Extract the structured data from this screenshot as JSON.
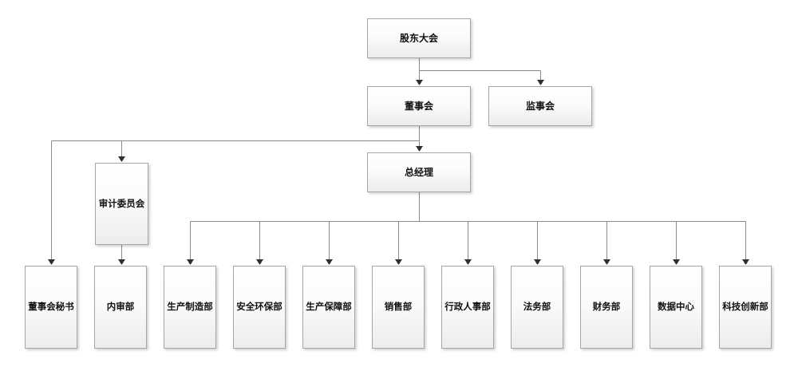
{
  "diagram": {
    "type": "org-chart",
    "background_color": "#ffffff",
    "node_border_color": "#a6a6a6",
    "node_fill_top": "#ffffff",
    "node_fill_bottom": "#ececec",
    "connector_color": "#8a8a8a",
    "arrowhead_color": "#303030",
    "text_color": "#111111",
    "nodes": [
      {
        "id": "shareholders-meeting",
        "label": "股东大会"
      },
      {
        "id": "board-of-directors",
        "label": "董事会"
      },
      {
        "id": "supervisory-board",
        "label": "监事会"
      },
      {
        "id": "general-manager",
        "label": "总经理"
      },
      {
        "id": "audit-committee",
        "label": "审计委员会"
      },
      {
        "id": "board-secretary",
        "label": "董事会秘书"
      },
      {
        "id": "internal-audit-dept",
        "label": "内审部"
      },
      {
        "id": "production-manufacturing-dept",
        "label": "生产制造部"
      },
      {
        "id": "safety-environment-dept",
        "label": "安全环保部"
      },
      {
        "id": "production-support-dept",
        "label": "生产保障部"
      },
      {
        "id": "sales-dept",
        "label": "销售部"
      },
      {
        "id": "admin-hr-dept",
        "label": "行政人事部"
      },
      {
        "id": "legal-dept",
        "label": "法务部"
      },
      {
        "id": "finance-dept",
        "label": "财务部"
      },
      {
        "id": "data-center",
        "label": "数据中心"
      },
      {
        "id": "tech-innovation-dept",
        "label": "科技创新部"
      }
    ],
    "edges": [
      {
        "from": "shareholders-meeting",
        "to": "board-of-directors"
      },
      {
        "from": "shareholders-meeting",
        "to": "supervisory-board"
      },
      {
        "from": "board-of-directors",
        "to": "general-manager"
      },
      {
        "from": "board-of-directors",
        "to": "audit-committee"
      },
      {
        "from": "board-of-directors",
        "to": "board-secretary"
      },
      {
        "from": "audit-committee",
        "to": "internal-audit-dept"
      },
      {
        "from": "general-manager",
        "to": "production-manufacturing-dept"
      },
      {
        "from": "general-manager",
        "to": "safety-environment-dept"
      },
      {
        "from": "general-manager",
        "to": "production-support-dept"
      },
      {
        "from": "general-manager",
        "to": "sales-dept"
      },
      {
        "from": "general-manager",
        "to": "admin-hr-dept"
      },
      {
        "from": "general-manager",
        "to": "legal-dept"
      },
      {
        "from": "general-manager",
        "to": "finance-dept"
      },
      {
        "from": "general-manager",
        "to": "data-center"
      },
      {
        "from": "general-manager",
        "to": "tech-innovation-dept"
      }
    ]
  }
}
